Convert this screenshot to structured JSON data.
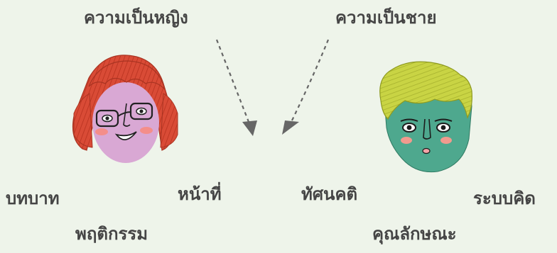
{
  "headings": {
    "femininity": "ความเป็นหญิง",
    "masculinity": "ความเป็นชาย"
  },
  "words": {
    "role": "บทบาท",
    "duty": "หน้าที่",
    "behavior": "พฤติกรรม",
    "attitude": "ทัศนคติ",
    "mindset": "ระบบคิด",
    "traits": "คุณลักษณะ"
  },
  "colors": {
    "background": "#eef4ea",
    "text": "#454545",
    "arrow": "#666666",
    "female_hair": "#d94b36",
    "female_face": "#d9a8d4",
    "male_hair": "#c9d444",
    "male_face": "#4ea88e"
  },
  "icons": {
    "female_face": "woman-face-illustration",
    "male_face": "man-face-illustration"
  }
}
